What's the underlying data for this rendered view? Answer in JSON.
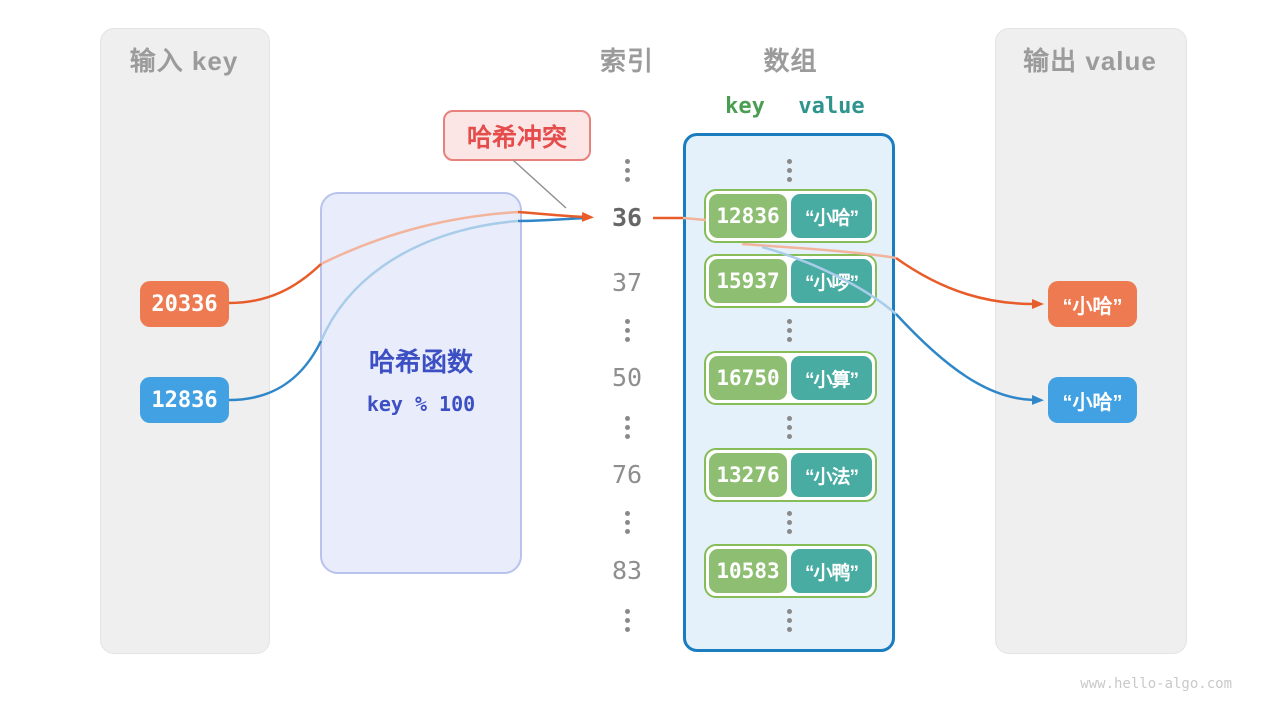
{
  "left_panel": {
    "title": "输入 key",
    "keys": [
      {
        "value": "20336",
        "color": "orange"
      },
      {
        "value": "12836",
        "color": "blue"
      }
    ]
  },
  "hash_box": {
    "title": "哈希函数",
    "formula": "key % 100"
  },
  "collision_label": {
    "text": "哈希冲突"
  },
  "index_column": {
    "title": "索引",
    "items": [
      "⋮",
      "36",
      "37",
      "⋮",
      "50",
      "⋮",
      "76",
      "⋮",
      "83",
      "⋮"
    ],
    "highlighted_index": "36"
  },
  "array_panel": {
    "title": "数组",
    "key_header": "key",
    "value_header": "value",
    "rows": [
      {
        "key": "12836",
        "value": "“小哈”"
      },
      {
        "key": "15937",
        "value": "“小啰”"
      },
      {
        "key": "16750",
        "value": "“小算”"
      },
      {
        "key": "13276",
        "value": "“小法”"
      },
      {
        "key": "10583",
        "value": "“小鸭”"
      }
    ]
  },
  "right_panel": {
    "title": "输出 value",
    "outputs": [
      {
        "value": "“小哈”",
        "color": "orange"
      },
      {
        "value": "“小哈”",
        "color": "blue"
      }
    ]
  },
  "watermark": "www.hello-algo.com",
  "colors": {
    "input_orange": "#ed7a50",
    "input_blue": "#41a1e2",
    "arrow_orange": "#e75c28",
    "arrow_blue": "#2f87c8",
    "faded_orange": "#f2b49c",
    "faded_blue": "#a9cce9",
    "key_cell_green": "#8dbe71",
    "value_cell_teal": "#49aca3",
    "row_border_green": "#87bd56",
    "array_border_blue": "#1a7dc0",
    "array_bg": "#e4f1fa",
    "hash_bg": "#e9edfb",
    "hash_border": "#b9c2ec",
    "hash_text": "#3d50c3",
    "collision_bg": "#fbe5e5",
    "collision_border": "#e8817c",
    "collision_text": "#e54d4d",
    "panel_gray": "#efeff0",
    "title_gray": "#9b9b9b",
    "key_header_green": "#4a9e52",
    "value_header_teal": "#2e948c"
  }
}
